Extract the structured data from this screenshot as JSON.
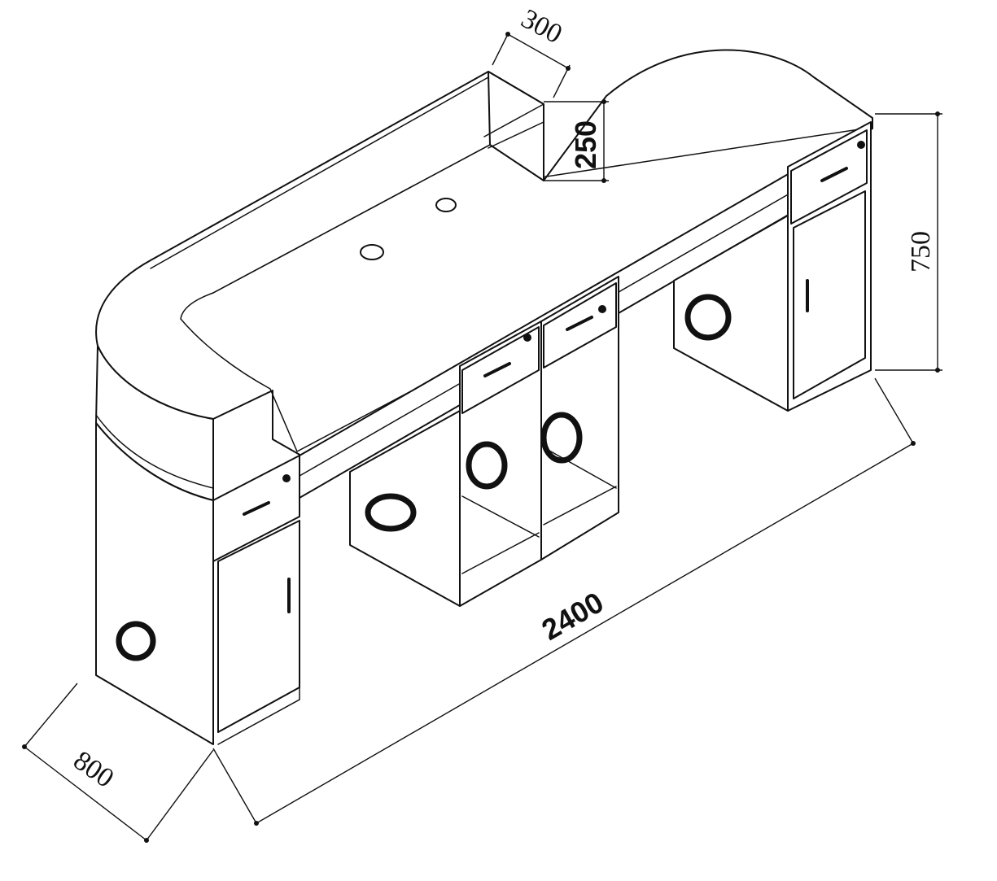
{
  "dimensions": {
    "width_top_shelf": "300",
    "height_top_shelf": "250",
    "height_total": "750",
    "length_total": "2400",
    "depth_total": "800"
  }
}
